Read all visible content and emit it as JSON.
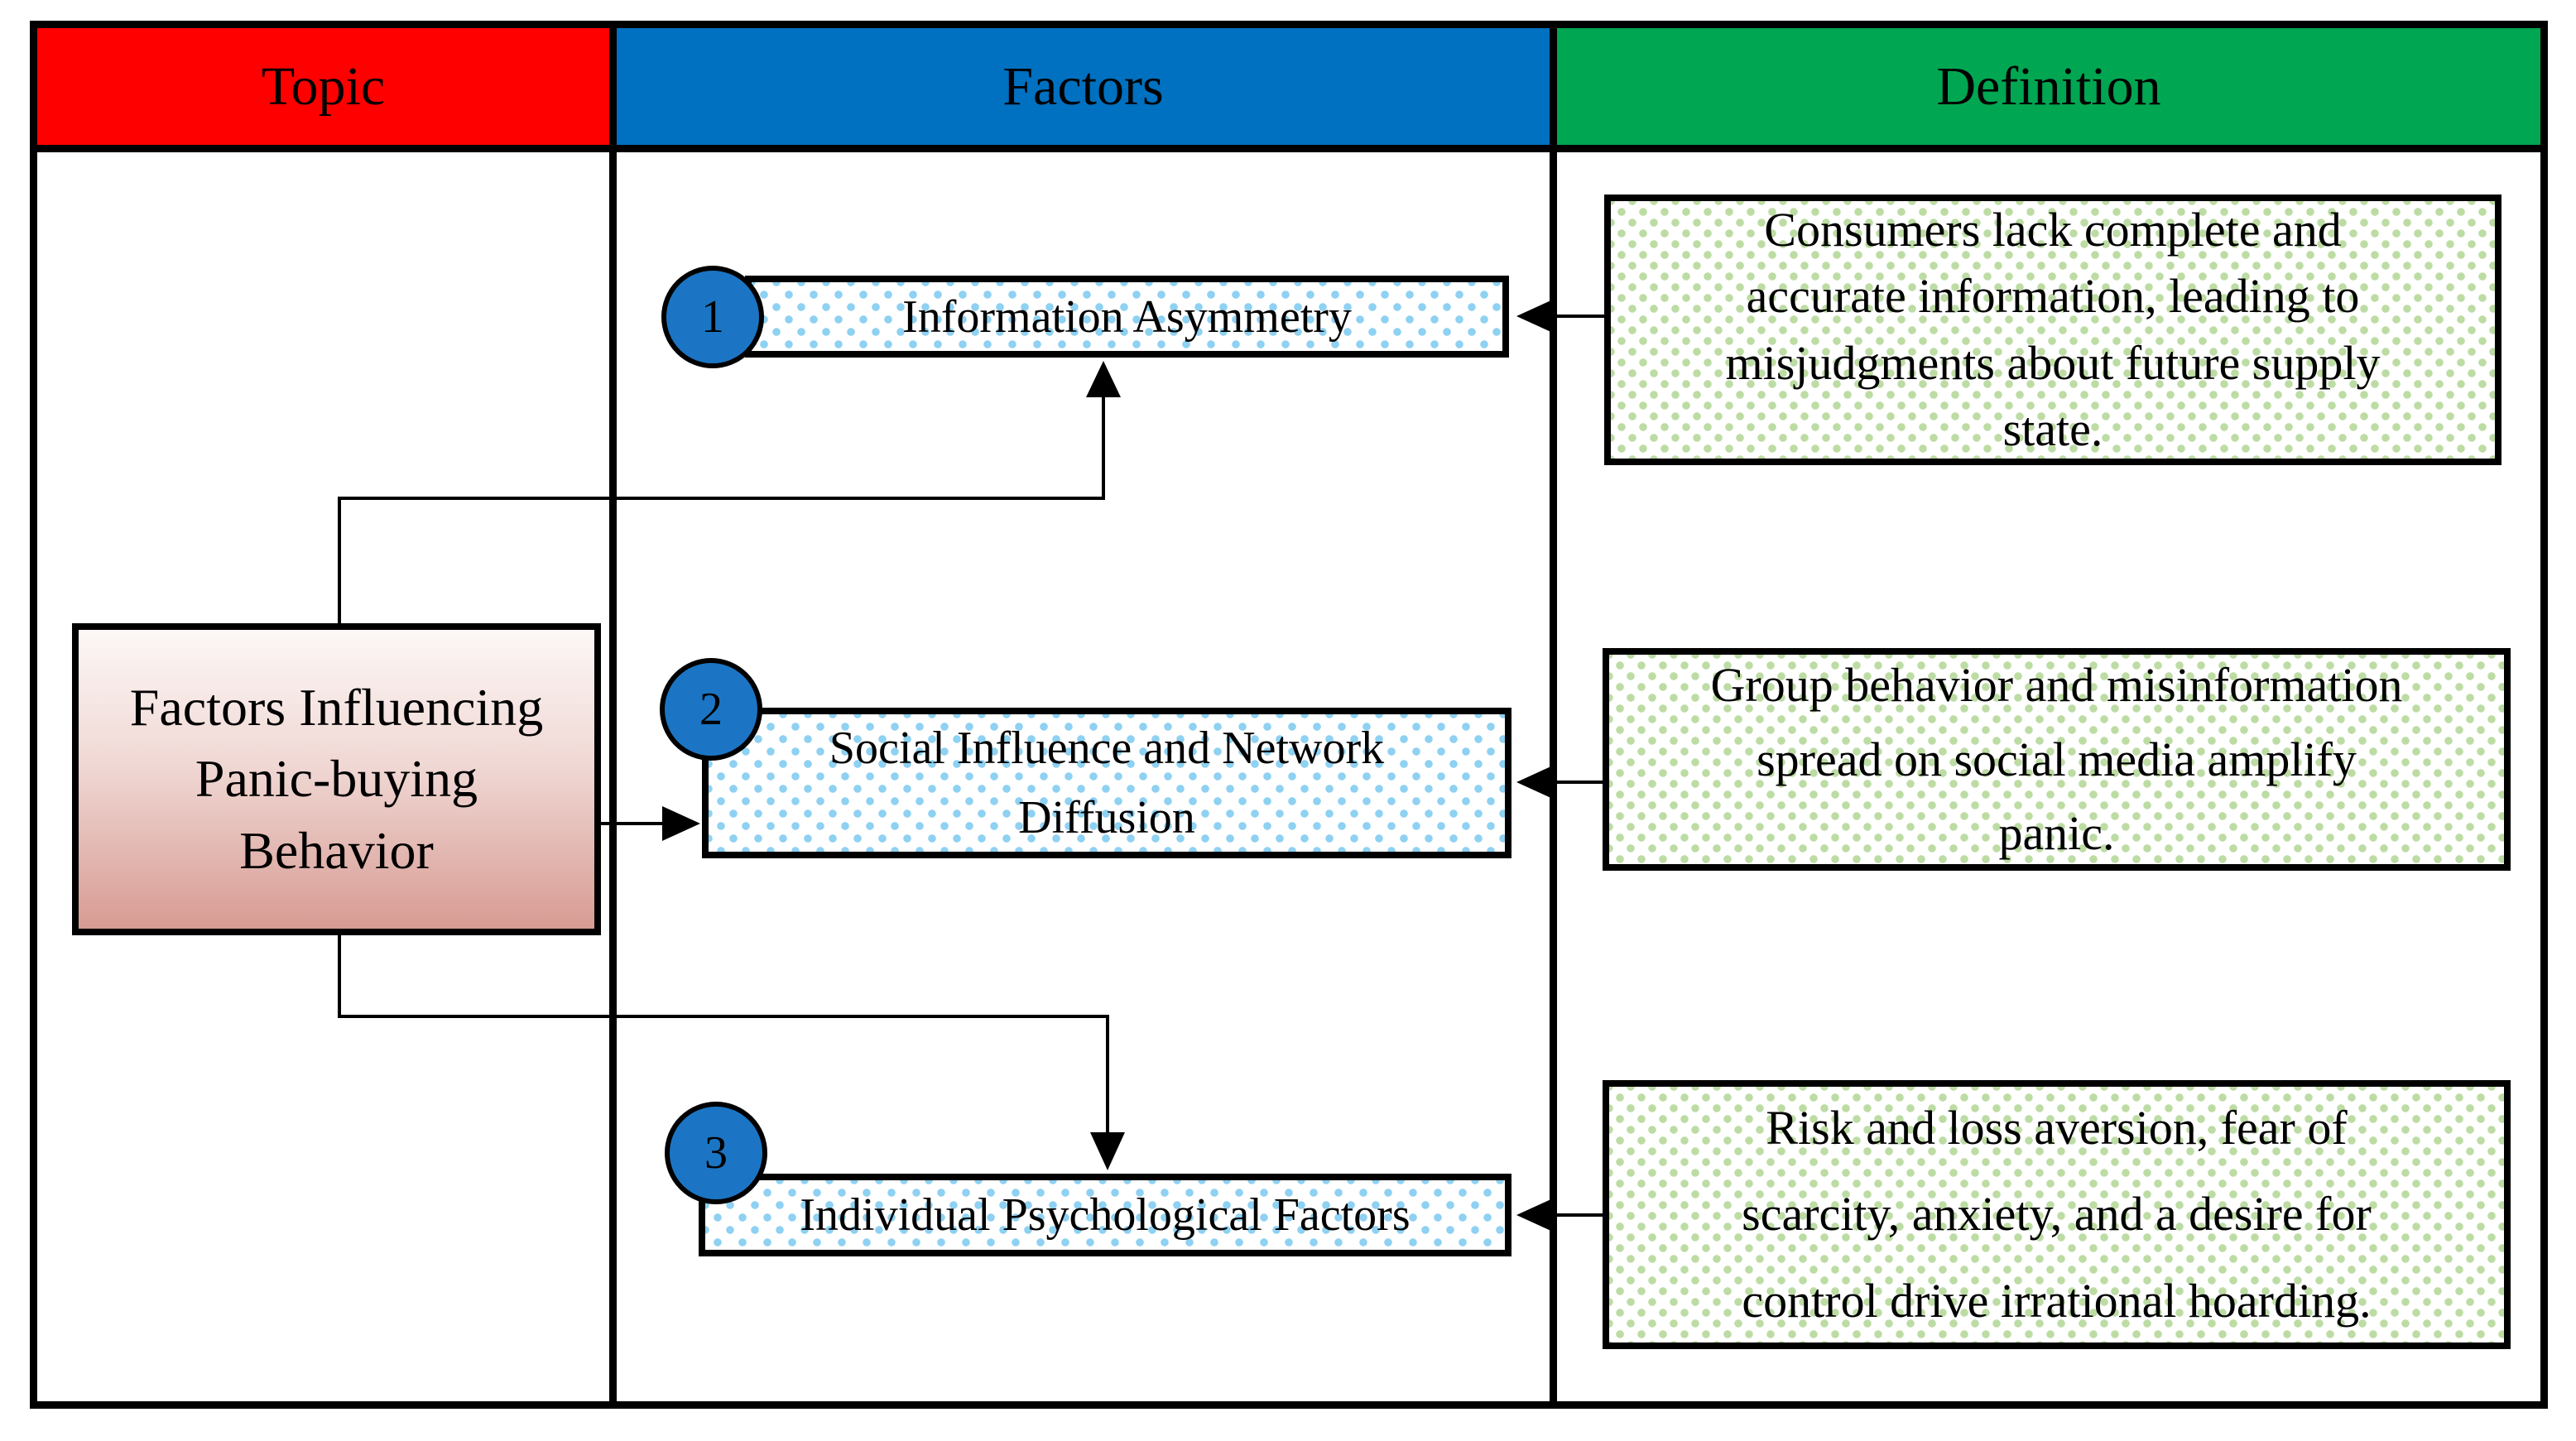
{
  "header": {
    "topic": "Topic",
    "factors": "Factors",
    "definition": "Definition"
  },
  "topic_box": {
    "text": "Factors Influencing\nPanic-buying\nBehavior"
  },
  "factors": [
    {
      "number": "1",
      "label": "Information Asymmetry"
    },
    {
      "number": "2",
      "label": "Social Influence and Network\nDiffusion"
    },
    {
      "number": "3",
      "label": "Individual Psychological Factors"
    }
  ],
  "definitions": [
    {
      "text": "Consumers lack complete and\naccurate information, leading to\nmisjudgments about future supply\nstate."
    },
    {
      "text": "Group behavior and misinformation\nspread on social media amplify\npanic."
    },
    {
      "text": "Risk and loss aversion, fear of\nscarcity, anxiety, and a desire for\ncontrol drive irrational hoarding."
    }
  ],
  "colors": {
    "header_topic_bg": "#FF0000",
    "header_factors_bg": "#0070C0",
    "header_definition_bg": "#00A651",
    "circle_fill": "#1B75C4",
    "factor_dot_pattern": "#8ED1F2",
    "definition_dot_pattern": "#BDDCA4",
    "topic_gradient_top": "#FCF7F6",
    "topic_gradient_bottom": "#D79B93",
    "line_and_border": "#000000"
  }
}
